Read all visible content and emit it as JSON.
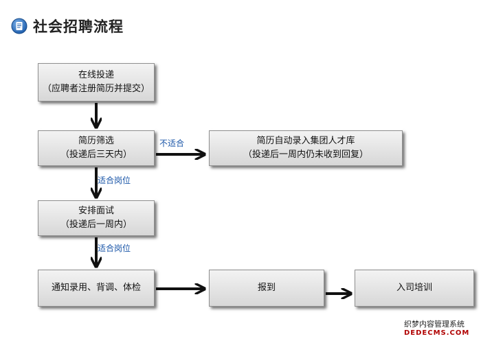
{
  "header": {
    "title": "社会招聘流程",
    "icon": "document-icon"
  },
  "boxes": {
    "submit": {
      "line1": "在线投递",
      "line2": "（应聘者注册简历并提交）"
    },
    "screening": {
      "line1": "简历筛选",
      "line2": "（投递后三天内）"
    },
    "talent_pool": {
      "line1": "简历自动录入集团人才库",
      "line2": "（投递后一周内仍未收到回复）"
    },
    "interview": {
      "line1": "安排面试",
      "line2": "（投递后一周内）"
    },
    "offer": {
      "line1": "通知录用、背调、体检"
    },
    "report": {
      "line1": "报到"
    },
    "training": {
      "line1": "入司培训"
    }
  },
  "labels": {
    "not_suitable": "不适合",
    "suitable_1": "适合岗位",
    "suitable_2": "适合岗位"
  },
  "watermark": {
    "line1": "织梦内容管理系统",
    "line2": "DEDECMS.COM"
  },
  "colors": {
    "arrow": "#111111",
    "label": "#1a56a8"
  }
}
